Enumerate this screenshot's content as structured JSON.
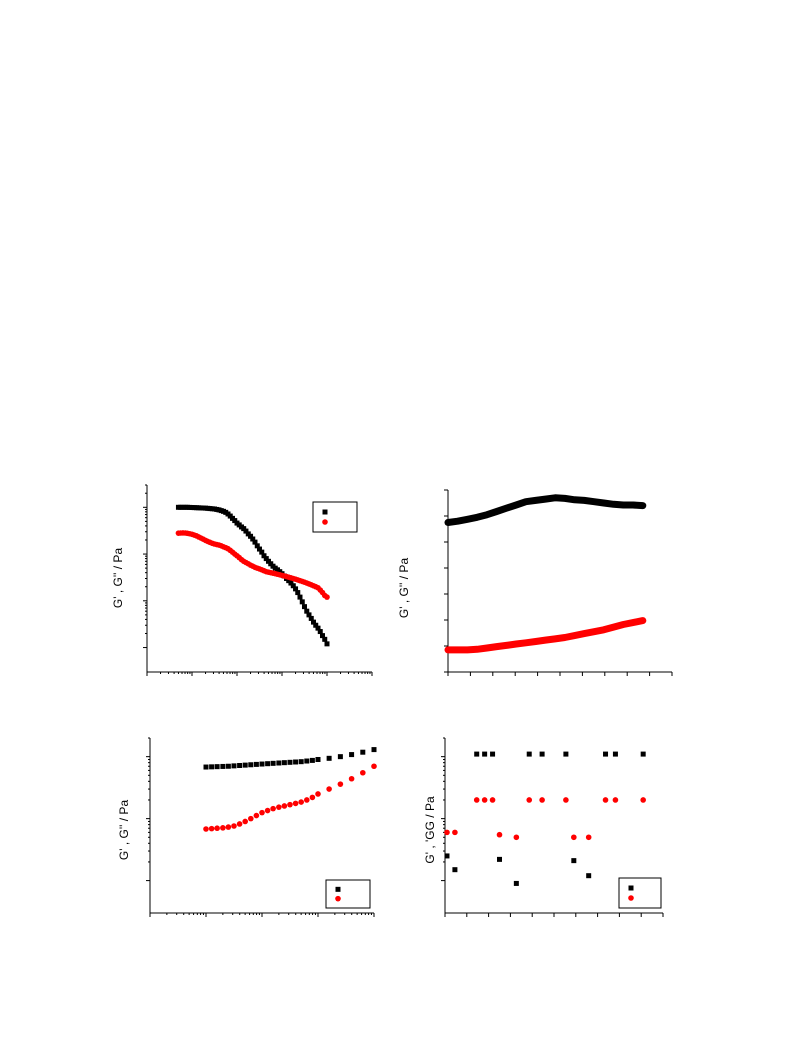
{
  "colors": {
    "series_a": "#000000",
    "series_b": "#ff0000",
    "axes": "#000000",
    "background": "#ffffff"
  },
  "chart_data": [
    {
      "id": "top-left",
      "type": "scatter",
      "ylabel": "G' , G'' / Pa",
      "xscale": "log",
      "yscale": "log",
      "xlim": [
        0.01,
        1000
      ],
      "ylim": [
        0.3,
        3000
      ],
      "legend": "top-right",
      "series": [
        {
          "marker": "square",
          "color": "#000000",
          "x": [
            0.05,
            0.056,
            0.063,
            0.071,
            0.079,
            0.089,
            0.1,
            0.112,
            0.126,
            0.141,
            0.158,
            0.178,
            0.2,
            0.224,
            0.251,
            0.282,
            0.316,
            0.355,
            0.398,
            0.447,
            0.501,
            0.562,
            0.631,
            0.708,
            0.794,
            0.891,
            1.0,
            1.12,
            1.26,
            1.41,
            1.58,
            1.78,
            2.0,
            2.24,
            2.51,
            2.82,
            3.16,
            3.55,
            3.98,
            4.47,
            5.01,
            5.62,
            6.31,
            7.08,
            7.94,
            8.91,
            10,
            11.2,
            12.6,
            14.1,
            15.8,
            17.8,
            20,
            22.4,
            25.1,
            28.2,
            31.6,
            35.5,
            39.8,
            44.7,
            50.1,
            56.2,
            63.1,
            70.8,
            79.4,
            89.1,
            100
          ],
          "y": [
            1000,
            1000,
            1000,
            1000,
            1000,
            995,
            990,
            985,
            980,
            975,
            970,
            965,
            960,
            950,
            940,
            930,
            920,
            900,
            880,
            850,
            820,
            780,
            720,
            650,
            580,
            520,
            460,
            420,
            380,
            350,
            310,
            270,
            240,
            210,
            180,
            150,
            128,
            110,
            92,
            80,
            70,
            62,
            55,
            50,
            46,
            42,
            38,
            34,
            30,
            27,
            24,
            21,
            18,
            15,
            12,
            9.5,
            7.5,
            6,
            5,
            4.2,
            3.5,
            3,
            2.6,
            2.2,
            1.8,
            1.5,
            1.2
          ]
        },
        {
          "marker": "circle",
          "color": "#ff0000",
          "x": [
            0.05,
            0.056,
            0.063,
            0.071,
            0.079,
            0.089,
            0.1,
            0.112,
            0.126,
            0.141,
            0.158,
            0.178,
            0.2,
            0.224,
            0.251,
            0.282,
            0.316,
            0.355,
            0.398,
            0.447,
            0.501,
            0.562,
            0.631,
            0.708,
            0.794,
            0.891,
            1.0,
            1.12,
            1.26,
            1.41,
            1.58,
            1.78,
            2.0,
            2.24,
            2.51,
            2.82,
            3.16,
            3.55,
            3.98,
            4.47,
            5.01,
            5.62,
            6.31,
            7.08,
            7.94,
            8.91,
            10,
            11.2,
            12.6,
            14.1,
            15.8,
            17.8,
            20,
            22.4,
            25.1,
            28.2,
            31.6,
            35.5,
            39.8,
            44.7,
            50.1,
            56.2,
            63.1,
            70.8,
            79.4,
            89.1,
            100
          ],
          "y": [
            280,
            282,
            283,
            282,
            278,
            272,
            265,
            255,
            245,
            232,
            220,
            208,
            196,
            186,
            178,
            170,
            164,
            160,
            156,
            150,
            143,
            137,
            130,
            120,
            110,
            100,
            92,
            84,
            76,
            70,
            66,
            62,
            58,
            55,
            52,
            50,
            48,
            46,
            44,
            42,
            41,
            40,
            39,
            38,
            37,
            36,
            35,
            34,
            33,
            32,
            31,
            30,
            29,
            28,
            27,
            26,
            25,
            24,
            23,
            22,
            21,
            20,
            19,
            17,
            15,
            13,
            12
          ]
        }
      ]
    },
    {
      "id": "top-right",
      "type": "line",
      "ylabel": "G' , G'' / Pa",
      "xlim": [
        0,
        230
      ],
      "ylim": [
        0,
        280
      ],
      "legend": "none",
      "series": [
        {
          "color": "#000000",
          "x": [
            0,
            10,
            20,
            30,
            40,
            50,
            60,
            70,
            80,
            90,
            100,
            110,
            120,
            130,
            140,
            150,
            160,
            170,
            180,
            190,
            200
          ],
          "y": [
            230,
            232,
            235,
            238,
            242,
            247,
            252,
            257,
            262,
            264,
            266,
            268,
            267,
            265,
            264,
            262,
            260,
            258,
            257,
            257,
            256
          ]
        },
        {
          "color": "#ff0000",
          "x": [
            0,
            10,
            20,
            30,
            40,
            50,
            60,
            70,
            80,
            90,
            100,
            110,
            120,
            130,
            140,
            150,
            160,
            170,
            180,
            190,
            200
          ],
          "y": [
            34,
            34,
            34,
            35,
            37,
            39,
            41,
            43,
            45,
            47,
            49,
            51,
            53,
            56,
            59,
            62,
            65,
            69,
            73,
            76,
            79
          ]
        }
      ]
    },
    {
      "id": "bottom-left",
      "type": "scatter",
      "ylabel": "G' , G'' / Pa",
      "xscale": "log",
      "yscale": "log",
      "xlim": [
        0.01,
        100
      ],
      "ylim": [
        0.3,
        200
      ],
      "legend": "bottom-right",
      "series": [
        {
          "marker": "square",
          "color": "#000000",
          "x": [
            0.1,
            0.126,
            0.158,
            0.2,
            0.251,
            0.316,
            0.398,
            0.501,
            0.631,
            0.794,
            1.0,
            1.26,
            1.58,
            2.0,
            2.51,
            3.16,
            3.98,
            5.01,
            6.31,
            7.94,
            10,
            15.8,
            25.1,
            39.8,
            63.1,
            100
          ],
          "y": [
            68,
            68.5,
            69,
            69.5,
            70,
            71,
            72,
            73,
            74,
            75,
            76,
            77,
            78,
            79,
            80,
            81,
            82,
            83,
            85,
            87,
            90,
            94,
            100,
            108,
            118,
            130
          ]
        },
        {
          "marker": "circle",
          "color": "#ff0000",
          "x": [
            0.1,
            0.126,
            0.158,
            0.2,
            0.251,
            0.316,
            0.398,
            0.501,
            0.631,
            0.794,
            1.0,
            1.26,
            1.58,
            2.0,
            2.51,
            3.16,
            3.98,
            5.01,
            6.31,
            7.94,
            10,
            15.8,
            25.1,
            39.8,
            63.1,
            100
          ],
          "y": [
            6.8,
            6.9,
            7,
            7.1,
            7.3,
            7.6,
            8.2,
            9,
            10,
            11.2,
            12.5,
            13.5,
            14.5,
            15.3,
            16,
            16.8,
            17.6,
            18.5,
            20,
            22,
            25,
            30,
            36,
            44,
            55,
            70
          ]
        }
      ]
    },
    {
      "id": "bottom-right",
      "type": "scatter",
      "ylabel": "G' , 'GG / Pa",
      "yscale": "log",
      "xlim": [
        0,
        220
      ],
      "ylim": [
        0.3,
        200
      ],
      "legend": "bottom-right",
      "series": [
        {
          "marker": "square",
          "color": "#000000",
          "x": [
            2,
            10,
            32,
            40,
            48,
            55,
            72,
            85,
            98,
            122,
            130,
            145,
            162,
            172,
            200
          ],
          "y": [
            2.5,
            1.5,
            110,
            110,
            110,
            2.2,
            0.9,
            110,
            110,
            110,
            2.1,
            1.2,
            110,
            110,
            110
          ]
        },
        {
          "marker": "circle",
          "color": "#ff0000",
          "x": [
            2,
            10,
            32,
            40,
            48,
            55,
            72,
            85,
            98,
            122,
            130,
            145,
            162,
            172,
            200
          ],
          "y": [
            6,
            6,
            20,
            20,
            20,
            5.5,
            5,
            20,
            20,
            20,
            5,
            5,
            20,
            20,
            20
          ]
        }
      ]
    }
  ]
}
